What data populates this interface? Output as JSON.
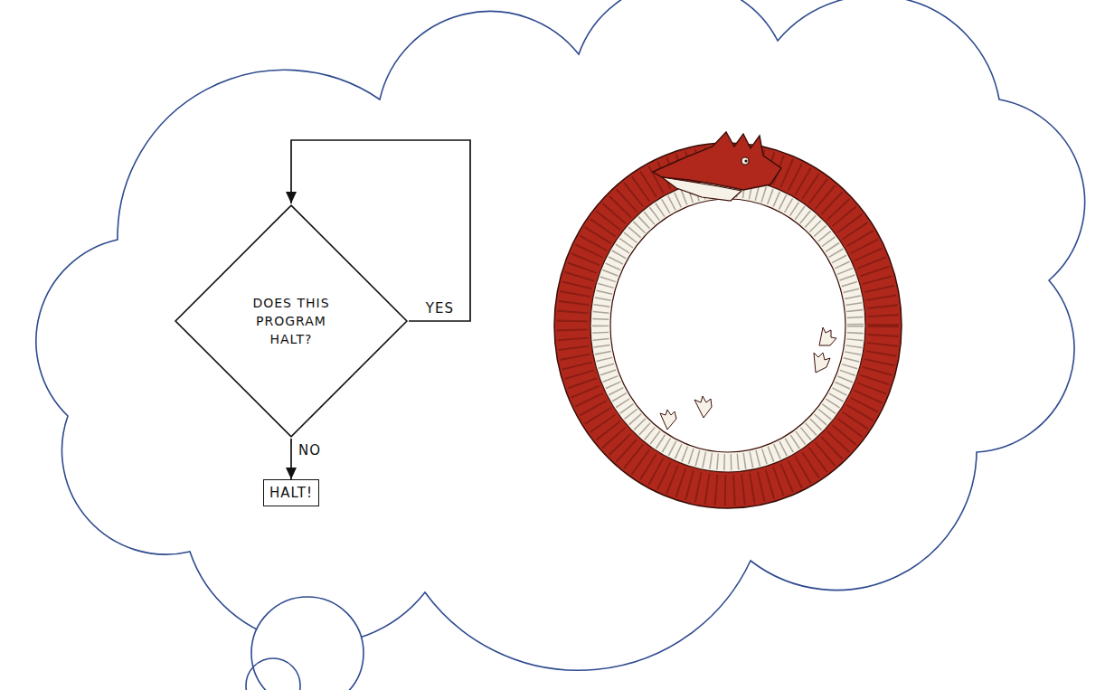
{
  "diagram": {
    "nodes": [
      {
        "text": [
          "DOES THIS PROGRAM HALT?"
        ]
      },
      {
        "text": [
          "HALT!"
        ]
      }
    ],
    "edges": [
      {
        "from": 0,
        "to": 0,
        "label": "YES",
        "arrow": "to"
      },
      {
        "from": 0,
        "to": 1,
        "label": "NO",
        "arrow": "to"
      }
    ]
  }
}
